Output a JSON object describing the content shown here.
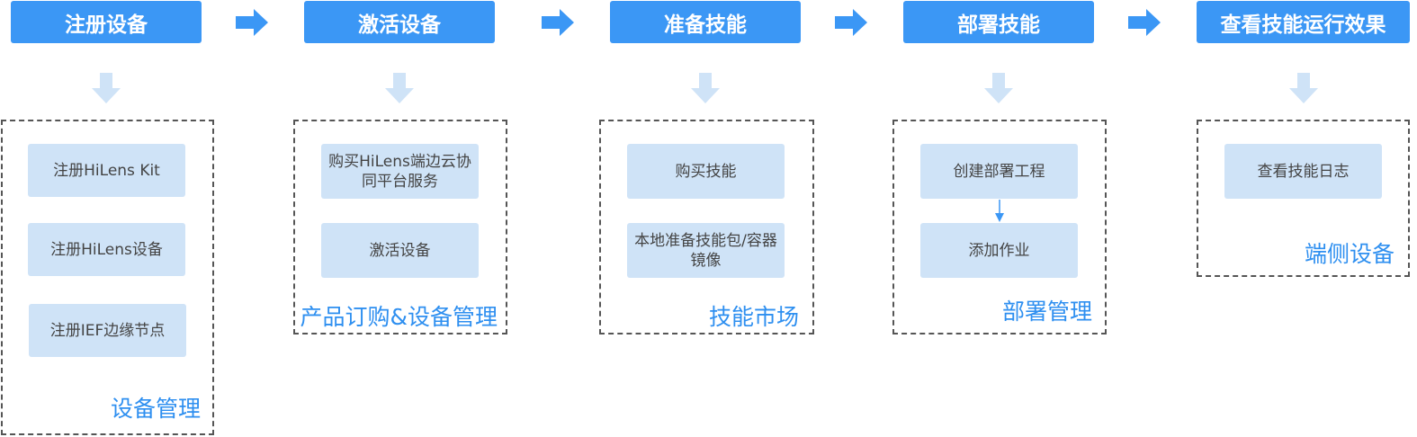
{
  "steps": [
    {
      "title": "注册设备"
    },
    {
      "title": "激活设备"
    },
    {
      "title": "准备技能"
    },
    {
      "title": "部署技能"
    },
    {
      "title": "查看技能运行效果"
    }
  ],
  "groups": [
    {
      "label": "设备管理",
      "items": [
        "注册HiLens Kit",
        "注册HiLens设备",
        "注册IEF边缘节点"
      ]
    },
    {
      "label": "产品订购&设备管理",
      "items": [
        "购买HiLens端边云协同平台服务",
        "激活设备"
      ]
    },
    {
      "label": "技能市场",
      "items": [
        "购买技能",
        "本地准备技能包/容器镜像"
      ]
    },
    {
      "label": "部署管理",
      "items": [
        "创建部署工程",
        "添加作业"
      ]
    },
    {
      "label": "端侧设备",
      "items": [
        "查看技能日志"
      ]
    }
  ],
  "colors": {
    "header": "#3b97f5",
    "arrow": "#3b97f5",
    "down_arrow": "#cfe3f7",
    "item": "#cfe3f7",
    "label": "#2e8ff0"
  },
  "icons": {
    "flow": "right-arrow-icon",
    "down": "down-arrow-icon"
  }
}
